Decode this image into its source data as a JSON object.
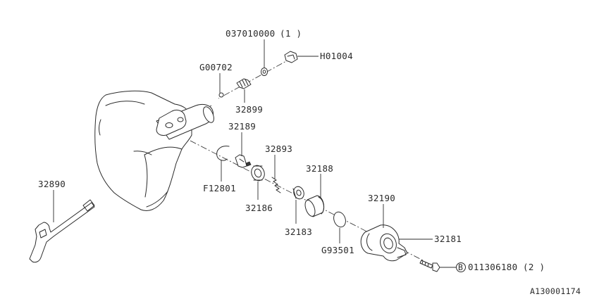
{
  "parts": {
    "p037010000": "037010000",
    "p037010000_qty": "(1 )",
    "h01004": "H01004",
    "g00702": "G00702",
    "p32899": "32899",
    "p32189": "32189",
    "p32893": "32893",
    "p32188": "32188",
    "f12801": "F12801",
    "p32186": "32186",
    "p32890": "32890",
    "p32183": "32183",
    "p32190": "32190",
    "p32181": "32181",
    "g93501": "G93501",
    "b_marker": "B",
    "p011306180": "011306180",
    "p011306180_qty": "(2 )"
  },
  "figure_id": "A130001174"
}
